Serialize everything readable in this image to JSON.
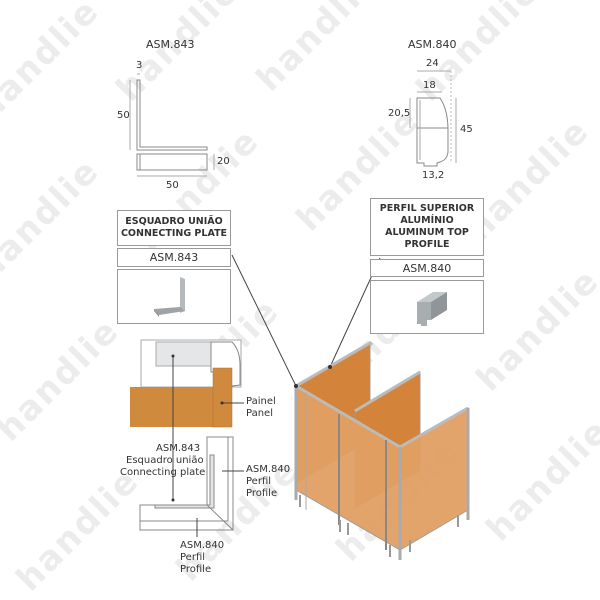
{
  "watermark": "handlie",
  "brand_color": "#d08a3e",
  "profile_color": "#a8adb0",
  "top_left_drawing": {
    "title": "ASM.843",
    "dimensions": {
      "thickness": "3",
      "height": "50",
      "depth": "20",
      "width": "50"
    }
  },
  "top_right_drawing": {
    "title": "ASM.840",
    "dimensions": {
      "width_total": "24",
      "width_inner": "18",
      "upper_height": "20,5",
      "total_height": "45",
      "bottom_width": "13,2"
    }
  },
  "left_card": {
    "title_line1": "ESQUADRO UNIÃO",
    "title_line2": "CONNECTING PLATE",
    "code": "ASM.843",
    "image_icon": "connecting-plate-icon"
  },
  "right_card": {
    "title_line1": "PERFIL SUPERIOR",
    "title_line2": "ALUMÍNIO",
    "title_line3": "ALUMINUM TOP",
    "title_line4": "PROFILE",
    "code": "ASM.840",
    "image_icon": "aluminum-profile-icon"
  },
  "section_detail": {
    "panel_label_pt": "Painel",
    "panel_label_en": "Panel"
  },
  "plan_detail": {
    "plate_code": "ASM.843",
    "plate_pt": "Esquadro união",
    "plate_en": "Connecting plate",
    "profile_right_code": "ASM.840",
    "profile_right_pt": "Perfil",
    "profile_right_en": "Profile",
    "profile_bottom_code": "ASM.840",
    "profile_bottom_pt": "Perfil",
    "profile_bottom_en": "Profile"
  }
}
